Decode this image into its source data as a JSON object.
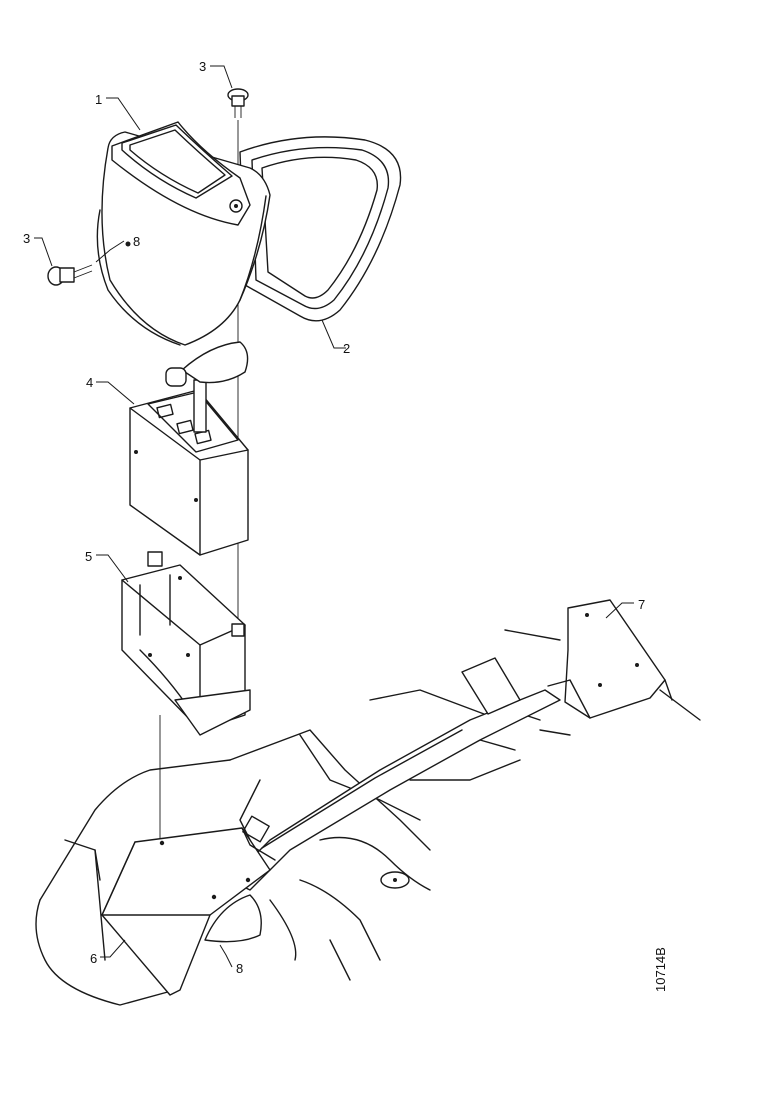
{
  "callouts": {
    "c1": "1",
    "c2": "2",
    "c3a": "3",
    "c3b": "3",
    "c4": "4",
    "c5": "5",
    "c6": "6",
    "c7": "7",
    "c8a": "8",
    "c8b": "8"
  },
  "figure_id": "10714B"
}
